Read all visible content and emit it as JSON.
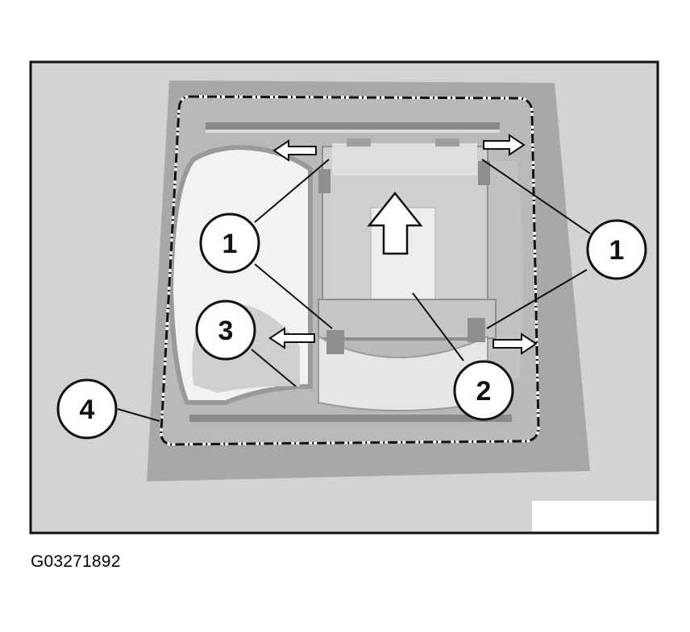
{
  "figure": {
    "callouts": {
      "c1_left": "1",
      "c1_right": "1",
      "c2": "2",
      "c3": "3",
      "c4": "4"
    }
  },
  "caption": {
    "code": "G03271892"
  }
}
